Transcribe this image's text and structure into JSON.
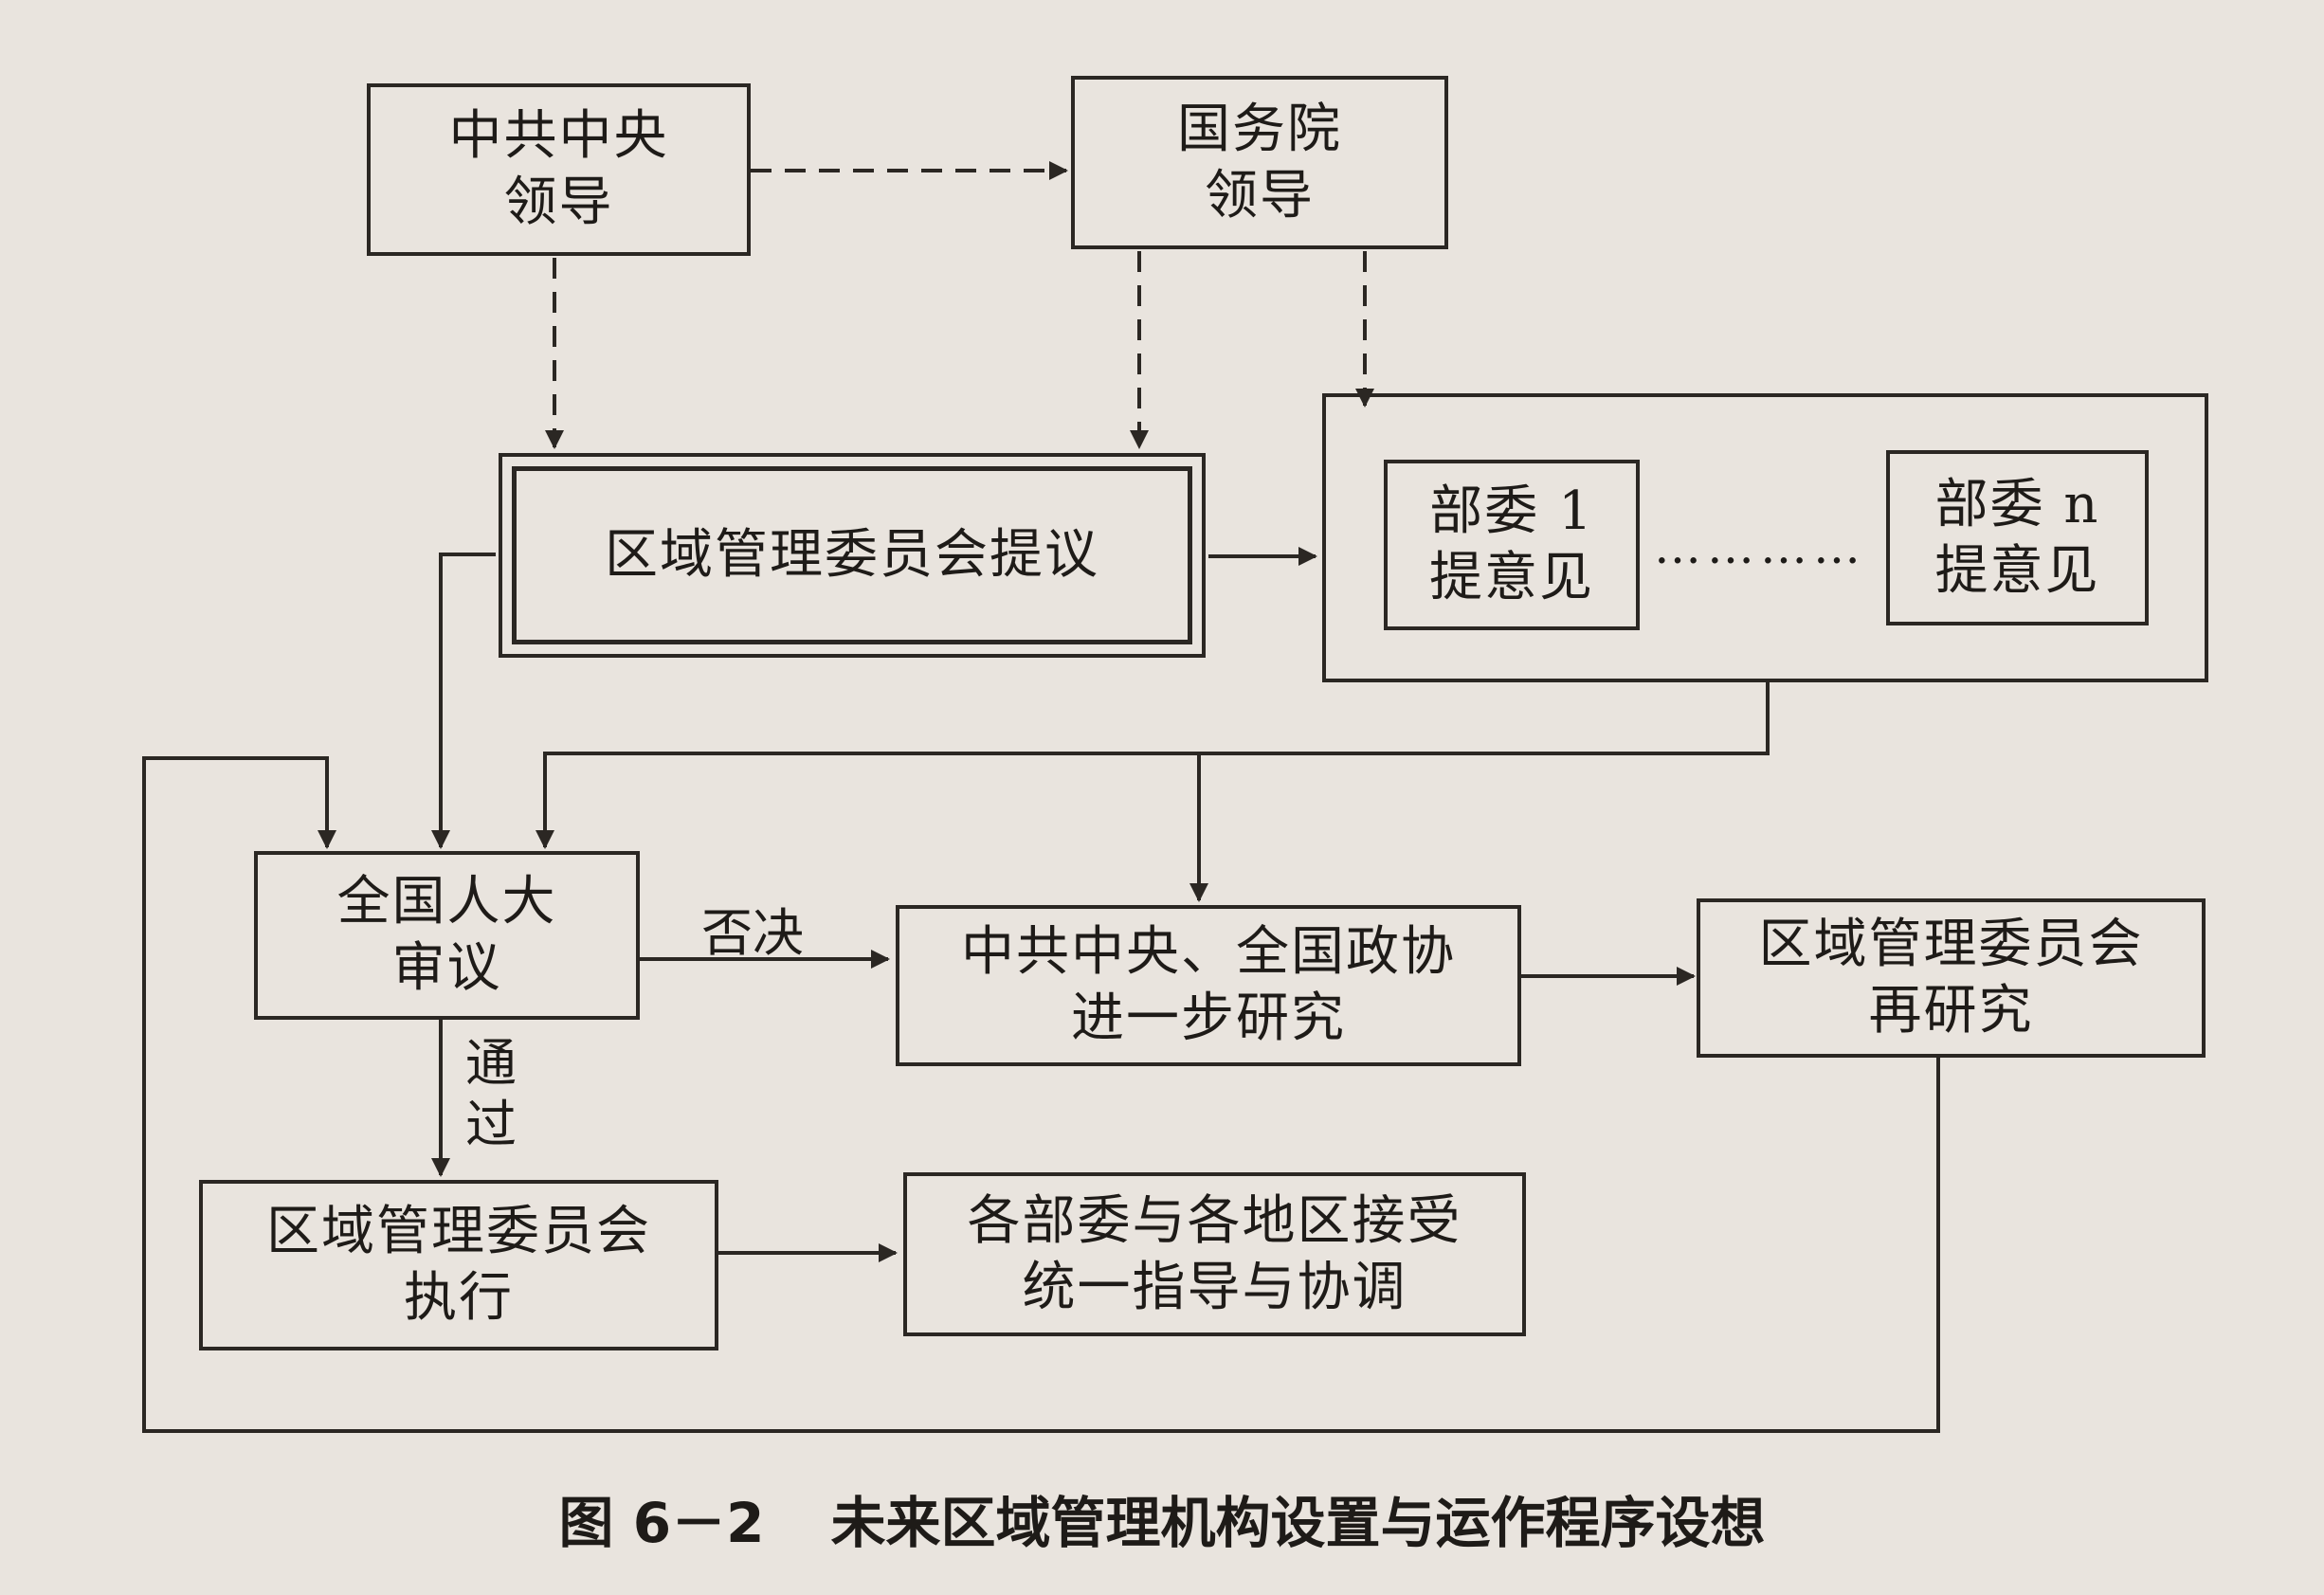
{
  "nodes": {
    "ccp_lead": [
      "中共中央",
      "领导"
    ],
    "state_council": [
      "国务院",
      "领导"
    ],
    "proposal": [
      "区域管理委员会提议"
    ],
    "ministry_1": [
      "部委 1",
      "提意见"
    ],
    "ministry_n": [
      "部委 n",
      "提意见"
    ],
    "npc_review": [
      "全国人大",
      "审议"
    ],
    "further_study": [
      "中共中央、全国政协",
      "进一步研究"
    ],
    "restudy": [
      "区域管理委员会",
      "再研究"
    ],
    "execute": [
      "区域管理委员会",
      "执行"
    ],
    "coordinate": [
      "各部委与各地区接受",
      "统一指导与协调"
    ]
  },
  "edge_labels": {
    "veto": "否决",
    "pass": [
      "通",
      "过"
    ]
  },
  "ellipsis": "…………",
  "caption": {
    "number": "图 6－2",
    "title": "未来区域管理机构设置与运作程序设想"
  }
}
